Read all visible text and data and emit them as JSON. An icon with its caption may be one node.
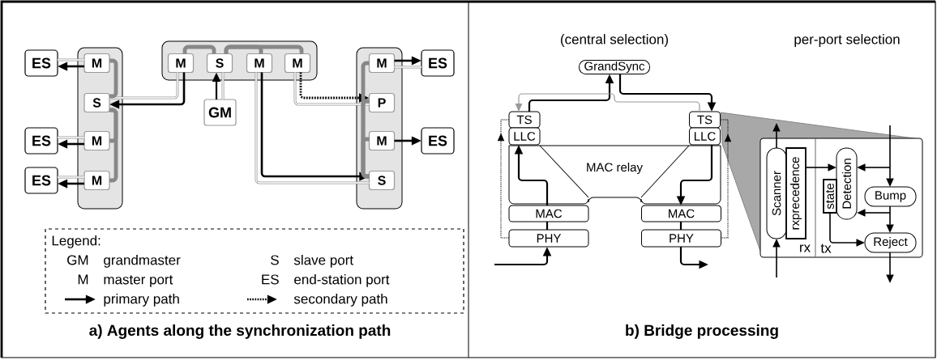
{
  "diagram": {
    "nodes": [
      {
        "text": [],
        "shape": "box"
      },
      {
        "text": [
          "M"
        ],
        "in": 0
      },
      {
        "text": [
          "S"
        ],
        "in": 0
      },
      {
        "text": [
          "M"
        ],
        "in": 0
      },
      {
        "text": [
          "M"
        ],
        "in": 0
      },
      {
        "text": [],
        "shape": "box"
      },
      {
        "text": [
          "M"
        ],
        "in": 5
      },
      {
        "text": [
          "S"
        ],
        "in": 5
      },
      {
        "text": [
          "M"
        ],
        "in": 5
      },
      {
        "text": [
          "M"
        ],
        "in": 5
      },
      {
        "text": [],
        "shape": "box"
      },
      {
        "text": [
          "M"
        ],
        "in": 10
      },
      {
        "text": [
          "P"
        ],
        "in": 10
      },
      {
        "text": [
          "M"
        ],
        "in": 10
      },
      {
        "text": [
          "S"
        ],
        "in": 10
      },
      {
        "text": [
          "GM"
        ]
      },
      {
        "text": [
          "ES"
        ]
      },
      {
        "text": [
          "ES"
        ]
      },
      {
        "text": [
          "ES"
        ]
      },
      {
        "text": [
          "ES"
        ]
      },
      {
        "text": [
          "ES"
        ]
      },
      {
        "text": [
          "GrandSync"
        ]
      },
      {
        "text": [
          "TS"
        ]
      },
      {
        "text": [
          "LLC"
        ]
      },
      {
        "text": [
          "TS"
        ]
      },
      {
        "text": [
          "LLC"
        ]
      },
      {
        "text": [
          "MAC relay"
        ]
      },
      {
        "text": [
          "MAC"
        ]
      },
      {
        "text": [
          "PHY"
        ]
      },
      {
        "text": [
          "MAC"
        ]
      },
      {
        "text": [
          "PHY"
        ]
      },
      {
        "text": [
          "rx",
          "tx"
        ]
      },
      {
        "text": [
          "Scanner"
        ],
        "in": 31
      },
      {
        "text": [
          "rxprecedence"
        ],
        "in": 31
      },
      {
        "text": [
          "Detection"
        ],
        "in": 31
      },
      {
        "text": [
          "state"
        ],
        "in": 31
      },
      {
        "text": [
          "Bump"
        ],
        "in": 31
      },
      {
        "text": [
          "Reject"
        ],
        "in": 31
      }
    ],
    "edges": [
      {
        "from": 15,
        "to": 7,
        "arrow": "to"
      },
      {
        "from": 7,
        "to": 15,
        "arrow": "none",
        "color": "#999999"
      },
      {
        "from": 6,
        "to": 2,
        "arrow": "to"
      },
      {
        "from": 6,
        "to": 2,
        "arrow": "none",
        "color": "#999999"
      },
      {
        "from": 1,
        "to": 16,
        "arrow": "to"
      },
      {
        "from": 1,
        "to": 16,
        "arrow": "none",
        "color": "#999999"
      },
      {
        "from": 3,
        "to": 17,
        "arrow": "to"
      },
      {
        "from": 3,
        "to": 17,
        "arrow": "none",
        "color": "#999999"
      },
      {
        "from": 4,
        "to": 18,
        "arrow": "to"
      },
      {
        "from": 4,
        "to": 18,
        "arrow": "none",
        "color": "#999999"
      },
      {
        "from": 8,
        "to": 14,
        "arrow": "to"
      },
      {
        "from": 8,
        "to": 14,
        "arrow": "none",
        "color": "#999999"
      },
      {
        "from": 9,
        "to": 12,
        "arrow": "to",
        "style": "dashed"
      },
      {
        "from": 9,
        "to": 12,
        "arrow": "none",
        "color": "#999999"
      },
      {
        "from": 11,
        "to": 19,
        "arrow": "to"
      },
      {
        "from": 11,
        "to": 19,
        "arrow": "none",
        "color": "#999999"
      },
      {
        "from": 13,
        "to": 20,
        "arrow": "to"
      },
      {
        "from": 2,
        "to": 1,
        "arrow": "none",
        "style": "thick",
        "color": "#888888"
      },
      {
        "from": 2,
        "to": 3,
        "arrow": "none",
        "style": "thick",
        "color": "#888888"
      },
      {
        "from": 2,
        "to": 4,
        "arrow": "none",
        "style": "thick",
        "color": "#888888"
      },
      {
        "from": 7,
        "to": 6,
        "arrow": "none",
        "style": "thick",
        "color": "#888888"
      },
      {
        "from": 7,
        "to": 8,
        "arrow": "none",
        "style": "thick",
        "color": "#888888"
      },
      {
        "from": 7,
        "to": 9,
        "arrow": "none",
        "style": "thick",
        "color": "#888888"
      },
      {
        "from": 14,
        "to": 11,
        "arrow": "none",
        "style": "thick",
        "color": "#888888"
      },
      {
        "from": 14,
        "to": 12,
        "arrow": "none",
        "style": "thick",
        "color": "#888888"
      },
      {
        "from": 14,
        "to": 13,
        "arrow": "none",
        "style": "thick",
        "color": "#888888"
      },
      {
        "from": 22,
        "to": 21,
        "arrow": "to"
      },
      {
        "from": 21,
        "to": 24,
        "arrow": "to"
      },
      {
        "from": 24,
        "to": 22,
        "arrow": "to",
        "color": "#999999"
      },
      {
        "from": null,
        "to": 28,
        "arrow": "to"
      },
      {
        "from": 28,
        "to": 27,
        "arrow": "none"
      },
      {
        "from": 27,
        "to": 23,
        "arrow": "to"
      },
      {
        "from": 25,
        "to": 29,
        "arrow": "to"
      },
      {
        "from": 29,
        "to": 30,
        "arrow": "none"
      },
      {
        "from": 30,
        "to": null,
        "arrow": "to"
      },
      {
        "from": 28,
        "to": 22,
        "arrow": "to",
        "style": "dashed"
      },
      {
        "from": 30,
        "to": 24,
        "arrow": "to",
        "style": "dashed"
      },
      {
        "from": 32,
        "to": null,
        "arrow": "to"
      },
      {
        "from": null,
        "to": 32,
        "arrow": "to"
      },
      {
        "from": 33,
        "to": 34,
        "arrow": "to"
      },
      {
        "from": null,
        "to": 36,
        "arrow": "to"
      },
      {
        "from": null,
        "to": 34,
        "arrow": "to"
      },
      {
        "from": 36,
        "to": 37,
        "arrow": "to"
      },
      {
        "from": 36,
        "to": 34,
        "arrow": "to"
      },
      {
        "from": 35,
        "to": 37,
        "arrow": "to"
      },
      {
        "from": 37,
        "to": null,
        "arrow": "to"
      }
    ],
    "labels": [
      "Legend:",
      "GM",
      "grandmaster",
      "S",
      "slave port",
      "M",
      "master port",
      "ES",
      "end-station port",
      "a) Agents along the synchronization path",
      "(central selection)",
      "per-port selection",
      "b) Bridge processing"
    ],
    "legend": [
      {
        "text": "primary path"
      },
      {
        "text": "secondary path"
      }
    ]
  }
}
